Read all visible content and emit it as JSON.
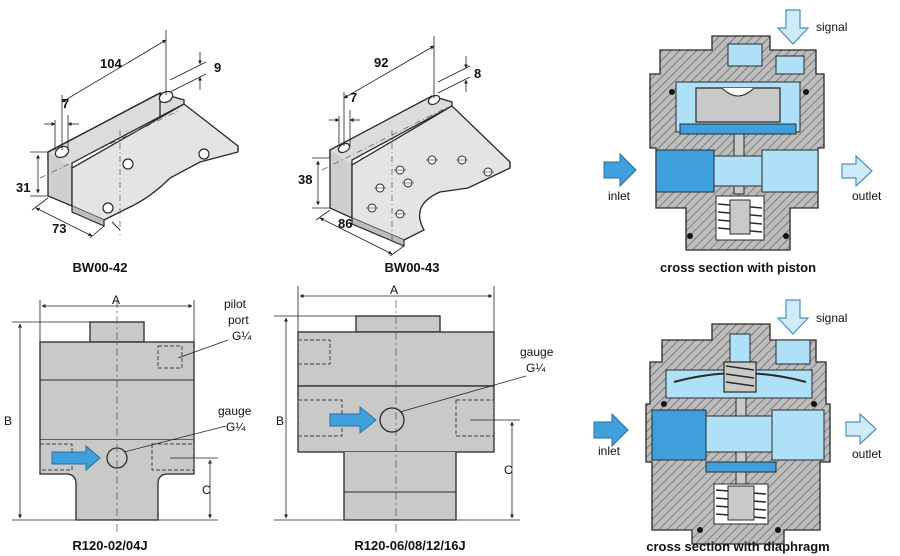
{
  "bracket_a": {
    "caption": "BW00-42",
    "dims": {
      "length": "104",
      "slot": "9",
      "hole": "7",
      "height": "31",
      "depth": "73"
    }
  },
  "bracket_b": {
    "caption": "BW00-43",
    "dims": {
      "length": "92",
      "slot": "8",
      "hole": "7",
      "height": "38",
      "depth": "86"
    }
  },
  "section_piston": {
    "caption": "cross section with piston",
    "signal": "signal",
    "inlet": "inlet",
    "outlet": "outlet"
  },
  "section_diaphragm": {
    "caption": "cross section with diaphragm",
    "signal": "signal",
    "inlet": "inlet",
    "outlet": "outlet"
  },
  "regulator_small": {
    "caption": "R120-02/04J",
    "dim_a": "A",
    "dim_b": "B",
    "dim_c": "C",
    "pilot_line1": "pilot",
    "pilot_line2": "port",
    "pilot_line3": "G¼",
    "gauge_line1": "gauge",
    "gauge_line2": "G¼"
  },
  "regulator_large": {
    "caption": "R120-06/08/12/16J",
    "dim_a": "A",
    "dim_b": "B",
    "dim_c": "C",
    "gauge_line1": "gauge",
    "gauge_line2": "G¼"
  },
  "colors": {
    "line": "#2a2a2a",
    "body": "#c9c9c9",
    "body_dark": "#a9a9a9",
    "blue": "#3fa0dd",
    "blue_light": "#aee0f7",
    "arrow_fill": "#cfeaf8",
    "arrow_stroke": "#4a8fb8"
  }
}
